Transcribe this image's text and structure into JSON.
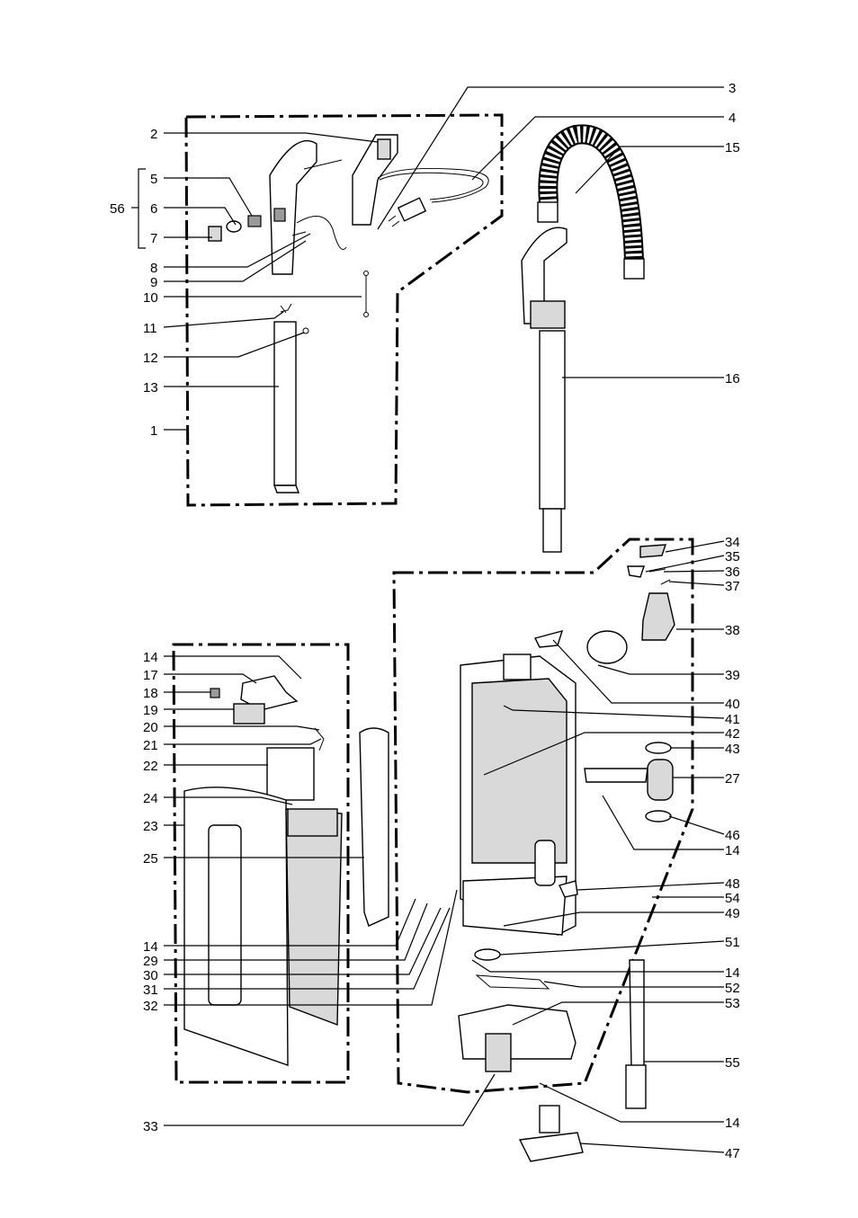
{
  "callouts": [
    {
      "id": "3",
      "text": "3",
      "side": "right"
    },
    {
      "id": "4",
      "text": "4",
      "side": "right"
    },
    {
      "id": "15",
      "text": "15",
      "side": "right"
    },
    {
      "id": "2",
      "text": "2",
      "side": "left"
    },
    {
      "id": "5",
      "text": "5",
      "side": "left"
    },
    {
      "id": "56",
      "text": "56",
      "side": "left"
    },
    {
      "id": "6",
      "text": "6",
      "side": "left"
    },
    {
      "id": "7",
      "text": "7",
      "side": "left"
    },
    {
      "id": "8",
      "text": "8",
      "side": "left"
    },
    {
      "id": "9",
      "text": "9",
      "side": "left"
    },
    {
      "id": "10",
      "text": "10",
      "side": "left"
    },
    {
      "id": "11",
      "text": "11",
      "side": "left"
    },
    {
      "id": "12",
      "text": "12",
      "side": "left"
    },
    {
      "id": "13",
      "text": "13",
      "side": "left"
    },
    {
      "id": "1",
      "text": "1",
      "side": "left"
    },
    {
      "id": "16",
      "text": "16",
      "side": "right"
    },
    {
      "id": "34",
      "text": "34",
      "side": "right"
    },
    {
      "id": "35",
      "text": "35",
      "side": "right"
    },
    {
      "id": "36",
      "text": "36",
      "side": "right"
    },
    {
      "id": "37",
      "text": "37",
      "side": "right"
    },
    {
      "id": "38",
      "text": "38",
      "side": "right"
    },
    {
      "id": "39",
      "text": "39",
      "side": "right"
    },
    {
      "id": "40",
      "text": "40",
      "side": "right"
    },
    {
      "id": "41",
      "text": "41",
      "side": "right"
    },
    {
      "id": "42",
      "text": "42",
      "side": "right"
    },
    {
      "id": "43",
      "text": "43",
      "side": "right"
    },
    {
      "id": "27",
      "text": "27",
      "side": "right"
    },
    {
      "id": "46",
      "text": "46",
      "side": "right"
    },
    {
      "id": "14a",
      "text": "14",
      "side": "right"
    },
    {
      "id": "48",
      "text": "48",
      "side": "right"
    },
    {
      "id": "54",
      "text": "54",
      "side": "right"
    },
    {
      "id": "49",
      "text": "49",
      "side": "right"
    },
    {
      "id": "51",
      "text": "51",
      "side": "right"
    },
    {
      "id": "14b",
      "text": "14",
      "side": "right"
    },
    {
      "id": "52",
      "text": "52",
      "side": "right"
    },
    {
      "id": "53",
      "text": "53",
      "side": "right"
    },
    {
      "id": "55",
      "text": "55",
      "side": "right"
    },
    {
      "id": "14c",
      "text": "14",
      "side": "right"
    },
    {
      "id": "47",
      "text": "47",
      "side": "right"
    },
    {
      "id": "14d",
      "text": "14",
      "side": "left"
    },
    {
      "id": "17",
      "text": "17",
      "side": "left"
    },
    {
      "id": "18",
      "text": "18",
      "side": "left"
    },
    {
      "id": "19",
      "text": "19",
      "side": "left"
    },
    {
      "id": "20",
      "text": "20",
      "side": "left"
    },
    {
      "id": "21",
      "text": "21",
      "side": "left"
    },
    {
      "id": "22",
      "text": "22",
      "side": "left"
    },
    {
      "id": "24",
      "text": "24",
      "side": "left"
    },
    {
      "id": "23",
      "text": "23",
      "side": "left"
    },
    {
      "id": "25",
      "text": "25",
      "side": "left"
    },
    {
      "id": "14e",
      "text": "14",
      "side": "left"
    },
    {
      "id": "29",
      "text": "29",
      "side": "left"
    },
    {
      "id": "30",
      "text": "30",
      "side": "left"
    },
    {
      "id": "31",
      "text": "31",
      "side": "left"
    },
    {
      "id": "32",
      "text": "32",
      "side": "left"
    },
    {
      "id": "33",
      "text": "33",
      "side": "left"
    }
  ]
}
